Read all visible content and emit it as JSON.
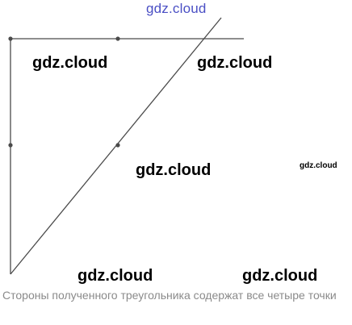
{
  "watermark": {
    "header": "gdz.cloud",
    "body_1": "gdz.cloud",
    "body_2": "gdz.cloud",
    "body_3": "gdz.cloud",
    "body_4": "gdz.cloud",
    "body_5": "gdz.cloud",
    "body_6": "gdz.cloud",
    "header_color": "#4a4fc4"
  },
  "figure": {
    "line_color": "#4a4a4a",
    "point_color": "#4a4a4a"
  },
  "caption": "Стороны полученного треугольника содержат все четыре точки"
}
